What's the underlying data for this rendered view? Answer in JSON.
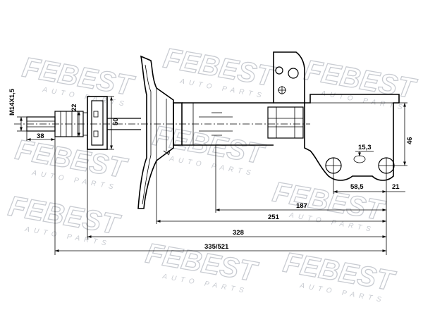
{
  "watermark": {
    "brand": "FEBEST",
    "subtitle": "AUTO PARTS"
  },
  "dimensions": {
    "thread": "M14X1,5",
    "rod_length": "38",
    "mount_offset": "22",
    "mount_height": "50",
    "bracket_hole_spacing": "15,3",
    "bracket_height": "46",
    "bracket_width": "58,5",
    "bracket_edge": "21",
    "length_187": "187",
    "length_251": "251",
    "length_328": "328",
    "length_total": "335/521"
  },
  "colors": {
    "line": "#000000",
    "watermark": "#c9ccd2",
    "background": "#ffffff"
  }
}
